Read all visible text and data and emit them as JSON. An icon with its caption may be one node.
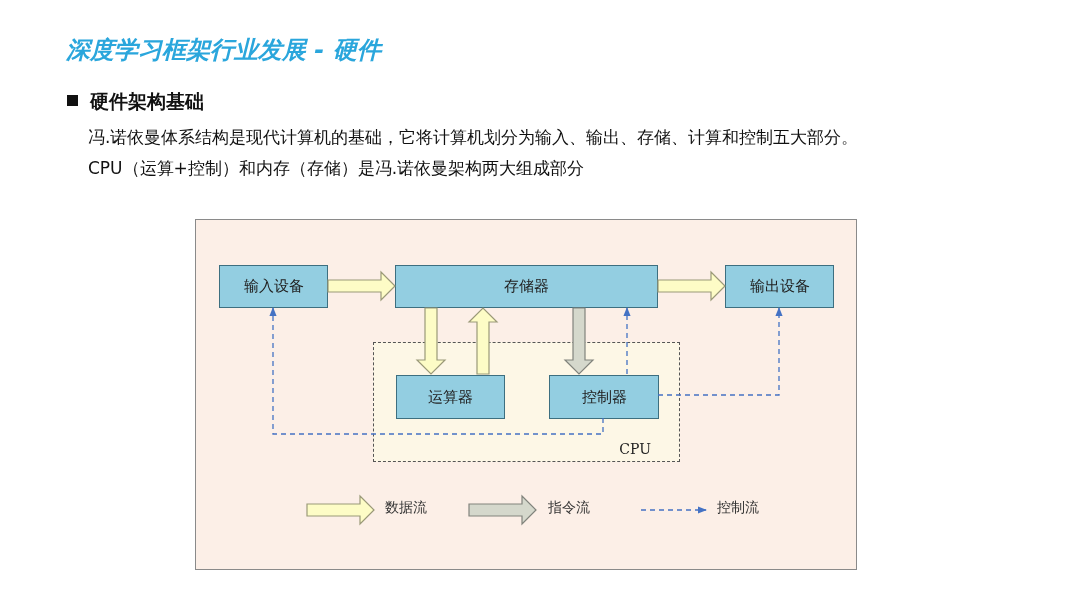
{
  "diagram": {
    "title": "深度学习框架行业发展 - 硬件",
    "nodes": [
      {
        "text": [
          "输入设备"
        ]
      },
      {
        "text": [
          "存储器"
        ]
      },
      {
        "text": [
          "输出设备"
        ]
      },
      {
        "text": [
          "CPU"
        ]
      },
      {
        "text": [
          "运算器"
        ],
        "in": 3
      },
      {
        "text": [
          "控制器"
        ],
        "in": 3
      }
    ],
    "edges": [
      {
        "from": 0,
        "to": 1,
        "arrow": "to",
        "style": "thick"
      },
      {
        "from": 1,
        "to": 2,
        "arrow": "to",
        "style": "thick"
      },
      {
        "from": 1,
        "to": 4,
        "arrow": "to",
        "style": "thick"
      },
      {
        "from": 4,
        "to": 1,
        "arrow": "to",
        "style": "thick"
      },
      {
        "from": 1,
        "to": 5,
        "arrow": "to",
        "style": "thick",
        "color": "#d5d8cc"
      },
      {
        "from": 5,
        "to": 1,
        "arrow": "to",
        "style": "dashed",
        "color": "#4472c4"
      },
      {
        "from": 5,
        "to": 2,
        "arrow": "to",
        "style": "dashed",
        "color": "#4472c4"
      },
      {
        "from": 5,
        "to": 0,
        "arrow": "to",
        "style": "dashed",
        "color": "#4472c4"
      }
    ],
    "labels": [
      "硬件架构基础",
      "冯.诺依曼体系结构是现代计算机的基础，它将计算机划分为输入、输出、存储、计算和控制五大部分。",
      "CPU（运算+控制）和内存（存储）是冯.诺依曼架构两大组成部分"
    ],
    "legend": [
      {
        "text": "数据流"
      },
      {
        "text": "指令流"
      },
      {
        "text": "控制流"
      }
    ]
  }
}
